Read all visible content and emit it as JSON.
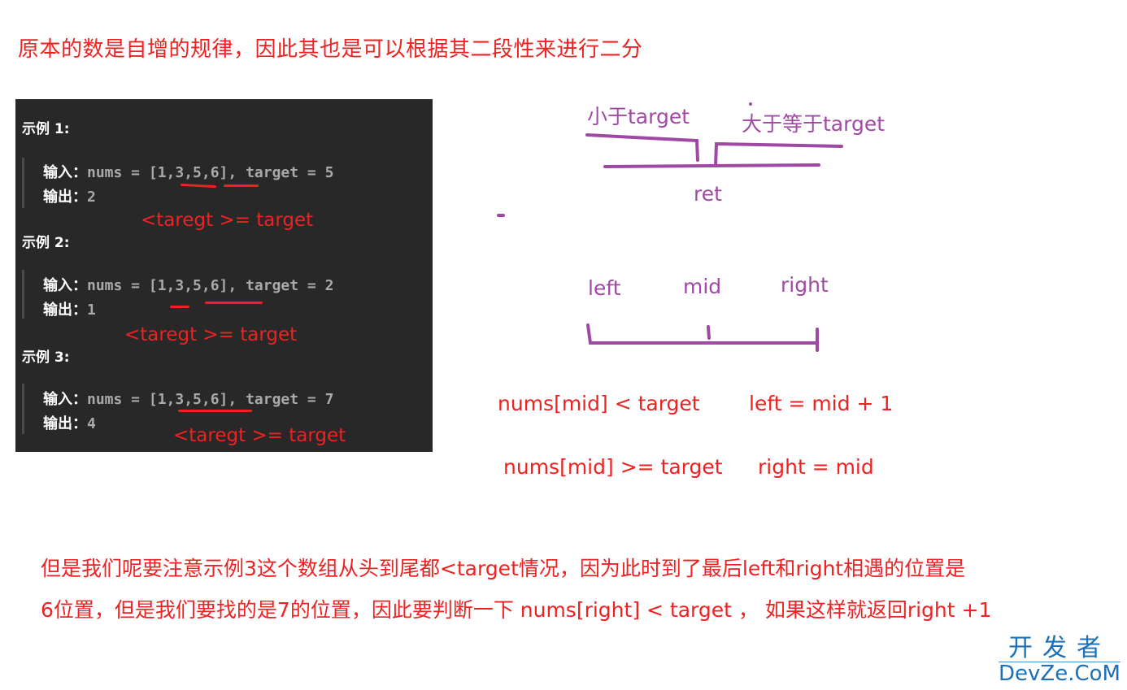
{
  "headline": "原本的数是自增的规律，因此其也是可以根据其二段性来进行二分",
  "examples": [
    {
      "title": "示例 1:",
      "input_label": "输入：",
      "input_value": "nums = [1,3,5,6], target = 5",
      "output_label": "输出：",
      "output_value": "2",
      "annotation": "<taregt  >= target"
    },
    {
      "title": "示例 2:",
      "input_label": "输入：",
      "input_value": "nums = [1,3,5,6], target = 2",
      "output_label": "输出：",
      "output_value": "1",
      "annotation": "<taregt  >= target"
    },
    {
      "title": "示例 3:",
      "input_label": "输入：",
      "input_value": "nums = [1,3,5,6], target = 7",
      "output_label": "输出：",
      "output_value": "4",
      "annotation": "<taregt  >= target"
    }
  ],
  "diagram": {
    "less_label": "小于target",
    "greater_equal_label": "大于等于target",
    "ret_label": "ret",
    "left_label": "left",
    "mid_label": "mid",
    "right_label": "right",
    "stroke_color": "#a049a4"
  },
  "conditions": [
    {
      "condition": "nums[mid]  < target",
      "action": "left = mid + 1"
    },
    {
      "condition": "nums[mid] >= target",
      "action": "right = mid"
    }
  ],
  "explanation": {
    "line1": "但是我们呢要注意示例3这个数组从头到尾都<target情况，因为此时到了最后left和right相遇的位置是",
    "line2": "6位置，但是我们要找的是7的位置，因此要判断一下 nums[right] < target ， 如果这样就返回right +1"
  },
  "watermark": {
    "cn": "开发者",
    "en": "DevZe.CoM"
  },
  "colors": {
    "annotation_red": "#ee2222",
    "diagram_purple": "#a049a4",
    "panel_bg": "#282828",
    "watermark_blue": "#1b70b8"
  }
}
